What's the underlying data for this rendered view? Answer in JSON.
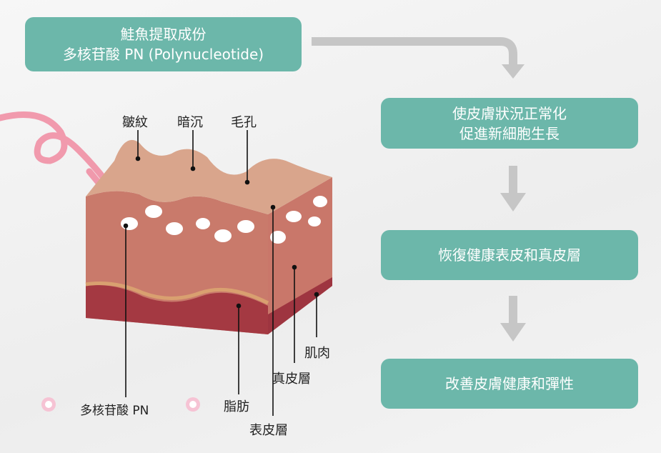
{
  "source_box": {
    "line1": "鮭魚提取成份",
    "line2": "多核苷酸 PN (Polynucleotide)"
  },
  "steps": [
    {
      "line1": "使皮膚狀況正常化",
      "line2": "促進新細胞生長"
    },
    {
      "line1": "恢復健康表皮和真皮層"
    },
    {
      "line1": "改善皮膚健康和彈性"
    }
  ],
  "diagram_labels": {
    "wrinkles": "皺紋",
    "dullness": "暗沉",
    "pores": "毛孔",
    "pn": "多核苷酸 PN",
    "fat": "脂肪",
    "epidermis": "表皮層",
    "dermis": "真皮層",
    "muscle": "肌肉"
  },
  "colors": {
    "teal": "#6cb7aa",
    "arrow": "#c4c4c4",
    "pink": "#f08aa0"
  }
}
